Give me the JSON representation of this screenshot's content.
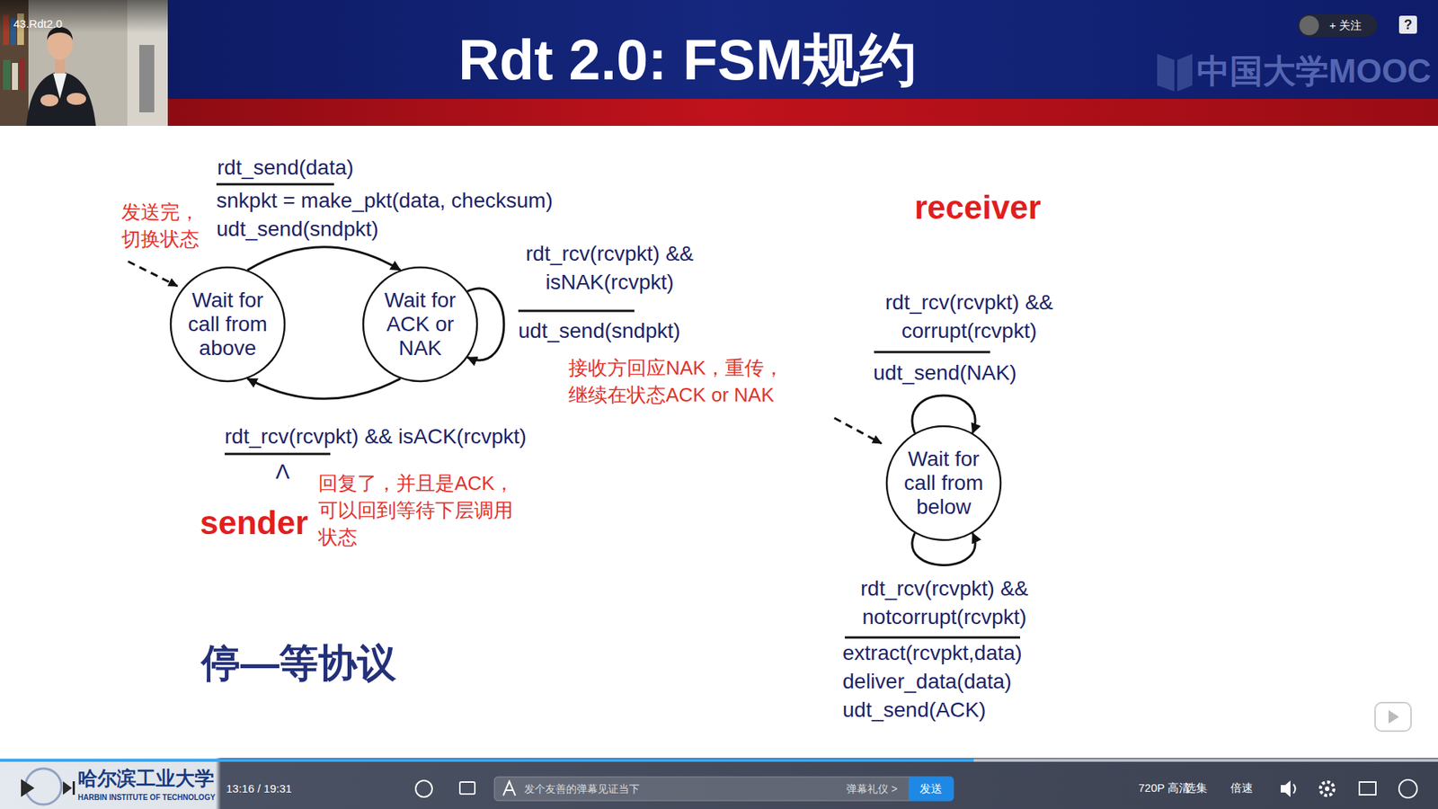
{
  "diagram": {
    "title": "Rdt 2.0: FSM规约",
    "nodes": [
      {
        "text": [
          "Wait for call from above"
        ]
      },
      {
        "text": [
          "Wait for ACK or NAK"
        ]
      },
      {
        "text": [
          "Wait for call from below"
        ]
      }
    ],
    "edges": [
      {
        "from": 0,
        "to": 1,
        "arrow": "to",
        "label": "rdt_send(data)"
      },
      {
        "from": 1,
        "to": 1,
        "arrow": "to",
        "label": "rdt_rcv(rcvpkt) && isNAK(rcvpkt)"
      },
      {
        "from": 1,
        "to": 0,
        "arrow": "to",
        "label": "rdt_rcv(rcvpkt) && isACK(rcvpkt)"
      },
      {
        "from": 2,
        "to": 2,
        "arrow": "to",
        "label": "rdt_rcv(rcvpkt) && corrupt(rcvpkt)"
      },
      {
        "from": 2,
        "to": 2,
        "arrow": "to",
        "label": "rdt_rcv(rcvpkt) && notcorrupt(rcvpkt)"
      }
    ],
    "labels": [
      "43.Rdt2.0",
      "+ 关注",
      "?",
      "中国大学MOOC",
      "发送完， 切换状态",
      "snkpkt = make_pkt(data, checksum)",
      "udt_send(sndpkt)",
      "udt_send(sndpkt)",
      "接收方回应NAK，重传， 继续在状态ACK or NAK",
      "Λ",
      "回复了，并且是ACK， 可以回到等待下层调用 状态",
      "sender",
      "停—等协议",
      "receiver",
      "udt_send(NAK)",
      "extract(rcvpkt,data)",
      "deliver_data(data)",
      "udt_send(ACK)",
      "哈尔滨工业大学",
      "HARBIN INSTITUTE OF TECHNOLOGY",
      "13:16 / 19:31",
      "发个友善的弹幕见证当下",
      "弹幕礼仪 >",
      "发送",
      "720P 高清",
      "选集",
      "倍速"
    ]
  }
}
